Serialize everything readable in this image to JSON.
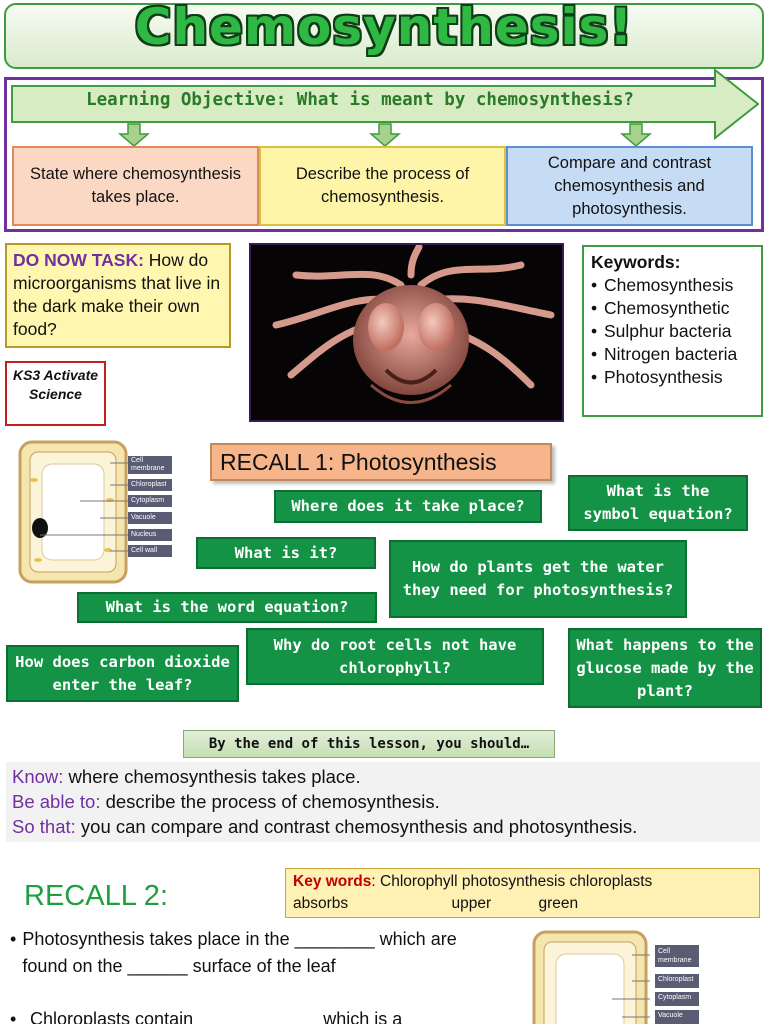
{
  "title": "Chemosynthesis!",
  "learning_objective": "Learning Objective: What is meant by chemosynthesis?",
  "objectives": [
    "State where chemosynthesis takes place.",
    "Describe the process of chemosynthesis.",
    "Compare and contrast chemosynthesis and photosynthesis."
  ],
  "do_now": {
    "heading": "DO NOW TASK",
    "text": "How do microorganisms that live in the dark make their own food?"
  },
  "ks3_badge": "KS3 Activate Science",
  "keywords": {
    "heading": "Keywords:",
    "items": [
      "Chemosynthesis",
      "Chemosynthetic",
      "Sulphur bacteria",
      "Nitrogen bacteria",
      "Photosynthesis"
    ]
  },
  "cell_labels": [
    "Cell membrane",
    "Chloroplast",
    "Cytoplasm",
    "Vacuole",
    "Nucleus",
    "Cell wall"
  ],
  "cell_labels_small": [
    "Cell membrane",
    "Chloroplast",
    "Cytoplasm",
    "Vacuole"
  ],
  "recall1": {
    "title": "RECALL 1: Photosynthesis",
    "questions": [
      "Where does it take place?",
      "What is the symbol equation?",
      "What is it?",
      "How do plants get the water they need for photosynthesis?",
      "What is the word equation?",
      "How does carbon dioxide enter the leaf?",
      "Why do root cells not have chlorophyll?",
      "What happens to the glucose made by the plant?"
    ]
  },
  "end_of_lesson": "By the end of this lesson, you should…",
  "kbs": [
    {
      "label": "Know:",
      "text": " where chemosynthesis takes place."
    },
    {
      "label": "Be able to:",
      "text": " describe the process of chemosynthesis."
    },
    {
      "label": "So that:",
      "text": " you can compare and contrast chemosynthesis and photosynthesis."
    }
  ],
  "recall2": {
    "title": "RECALL 2:",
    "keywords_label": "Key words",
    "keywords_line1": ": Chlorophyll    photosynthesis    chloroplasts",
    "keywords_line2": "absorbs                        upper           green",
    "bullets": [
      "Photosynthesis takes place in the ________ which are found on the ______ surface of the leaf",
      "Chloroplasts contain ____________ which is a"
    ]
  },
  "colors": {
    "title_green": "#2fb844",
    "objective_frame": "#7030a0",
    "question_box": "#149245",
    "recall1_box": "#f6b58b"
  }
}
